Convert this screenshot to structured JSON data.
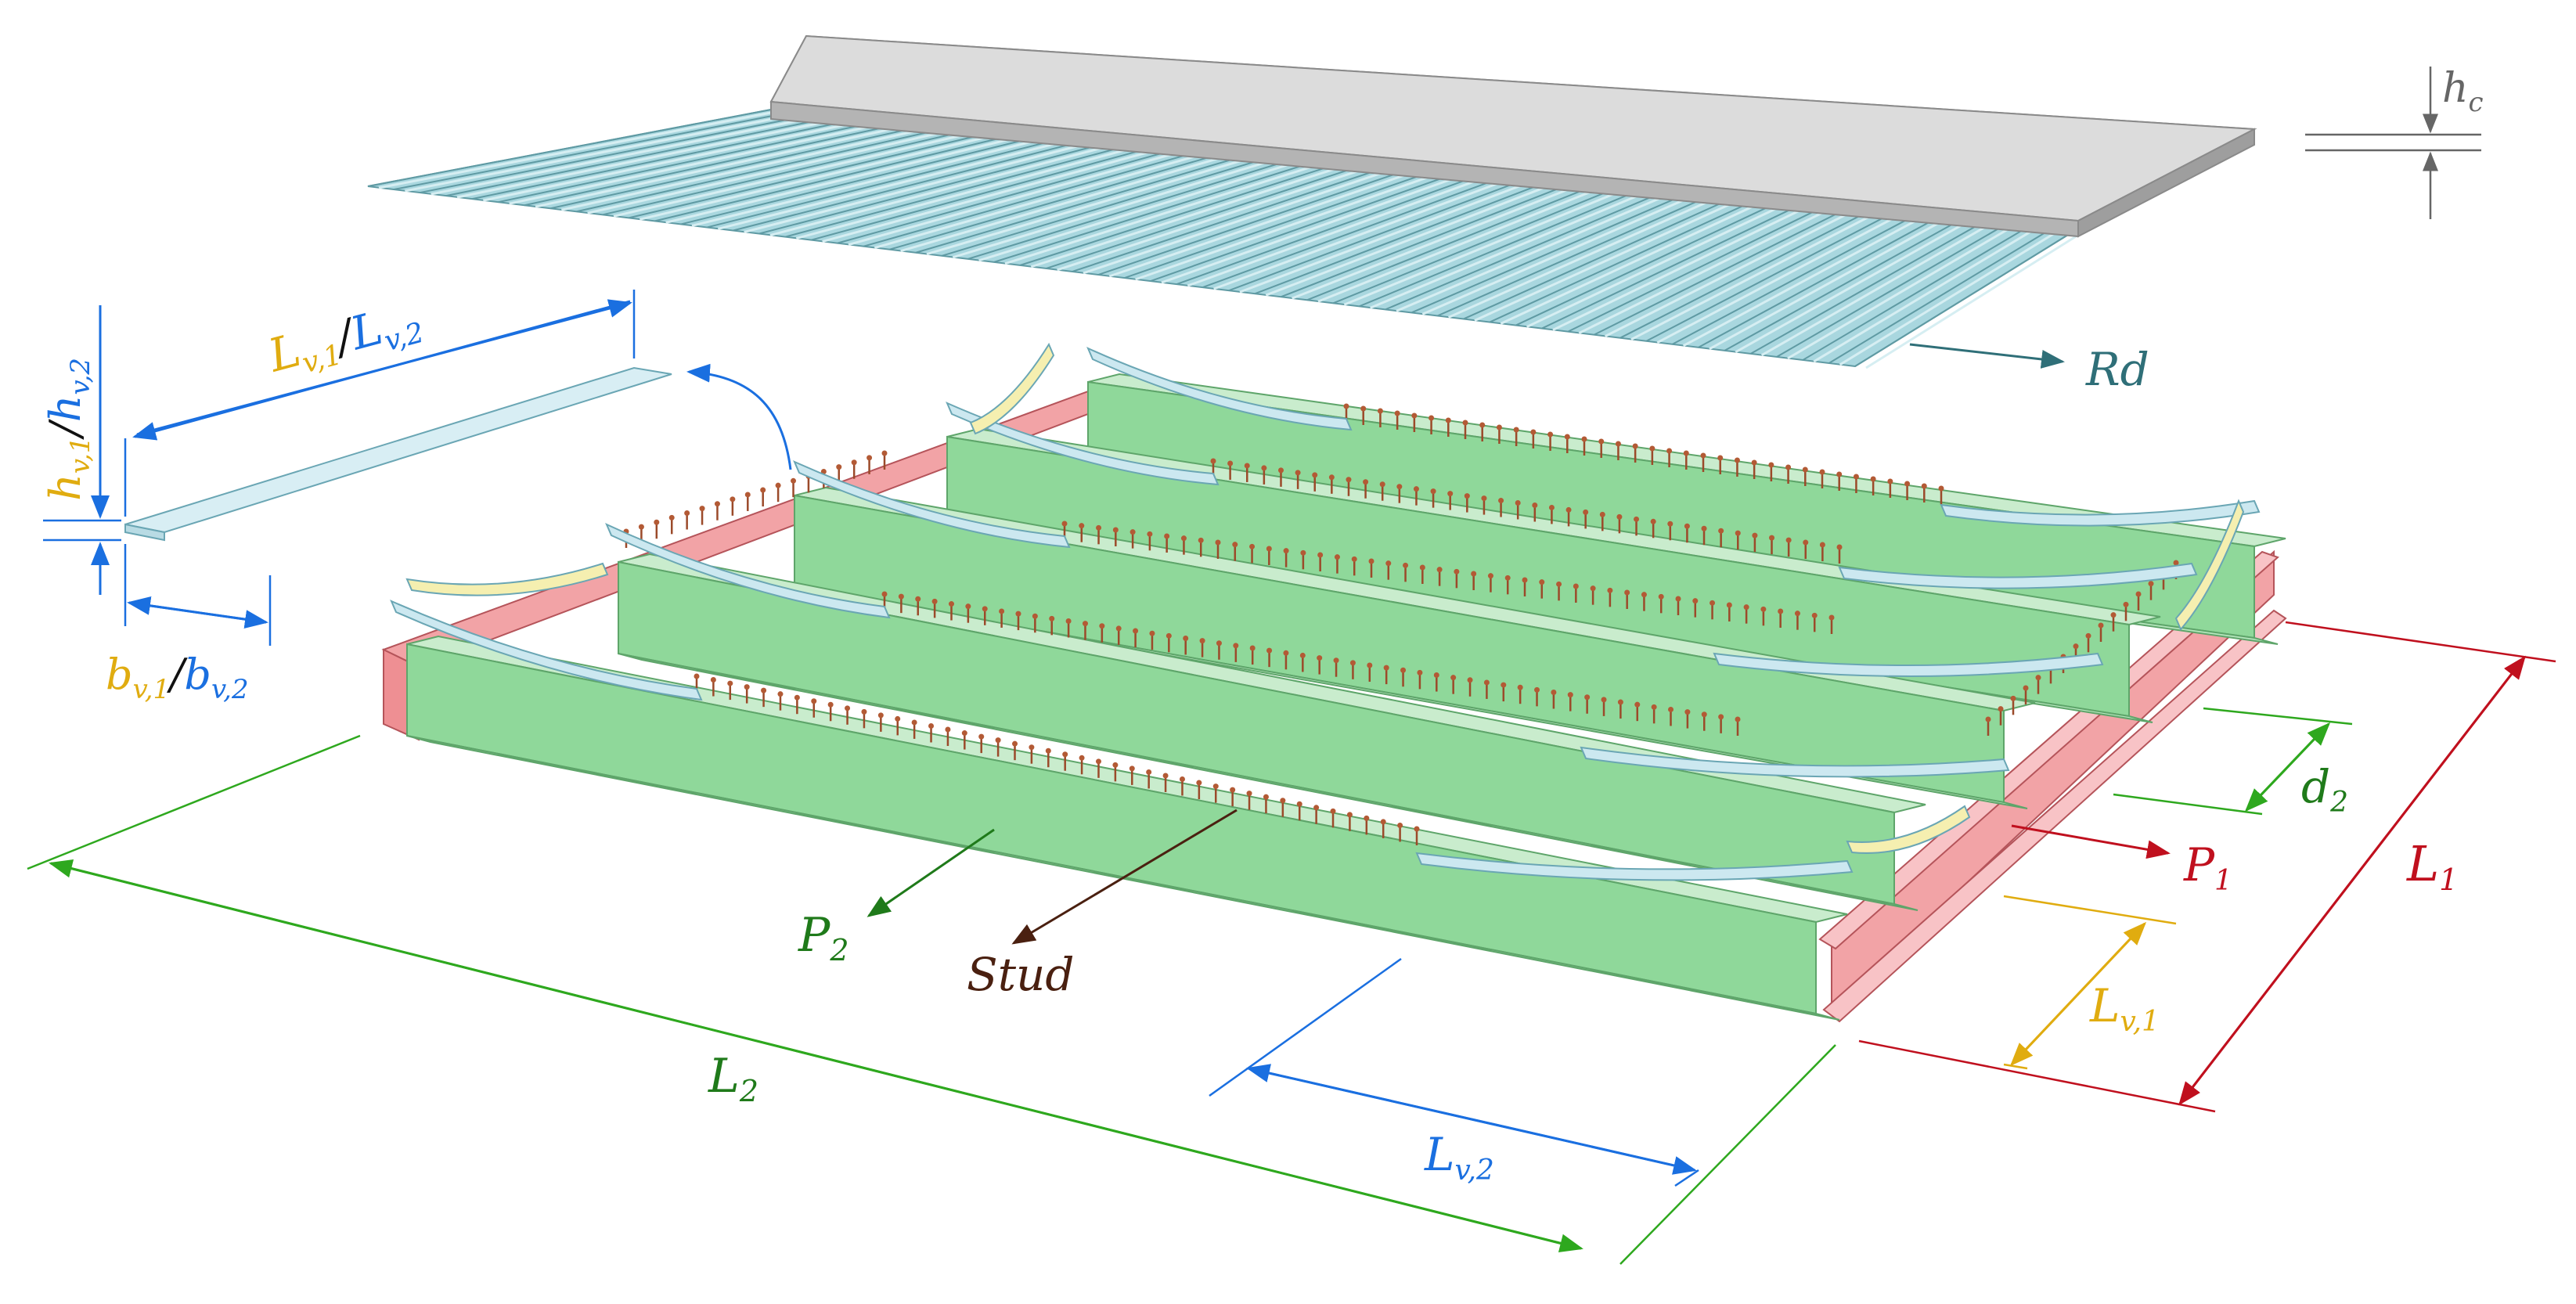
{
  "colors": {
    "green_beam": "#8fd89a",
    "green_dark": "#6dbb79",
    "green_line": "#2ea81e",
    "red_beam": "#f2a3a6",
    "red_line": "#c0101e",
    "blue_line": "#1a6fe0",
    "yellow_line": "#e0ac10",
    "deck": "#a9d7df",
    "slab_top": "#d6d6d6",
    "slab_side": "#a8a8a8",
    "stiffener": "#cce8f0",
    "yellow_stiffener": "#f5efb0",
    "stud": "#9b4a2a",
    "rd_color": "#2f6f78",
    "stud_label": "#4a2010",
    "hc_color": "#666666"
  },
  "labels": {
    "hc": {
      "main": "h",
      "sub": "c"
    },
    "rd": "Rd",
    "lv_pair": {
      "a_main": "L",
      "a_sub": "v,1",
      "sep": "/",
      "b_main": "L",
      "b_sub": "v,2"
    },
    "hv_pair": {
      "a_main": "h",
      "a_sub": "v,1",
      "sep": "/",
      "b_main": "h",
      "b_sub": "v,2"
    },
    "bv_pair": {
      "a_main": "b",
      "a_sub": "v,1",
      "sep": "/",
      "b_main": "b",
      "b_sub": "v,2"
    },
    "d2": {
      "main": "d",
      "sub": "2"
    },
    "p1": {
      "main": "P",
      "sub": "1"
    },
    "l1": {
      "main": "L",
      "sub": "1"
    },
    "lv1": {
      "main": "L",
      "sub": "v,1"
    },
    "p2": {
      "main": "P",
      "sub": "2"
    },
    "stud": "Stud",
    "l2": {
      "main": "L",
      "sub": "2"
    },
    "lv2": {
      "main": "L",
      "sub": "v,2"
    }
  }
}
